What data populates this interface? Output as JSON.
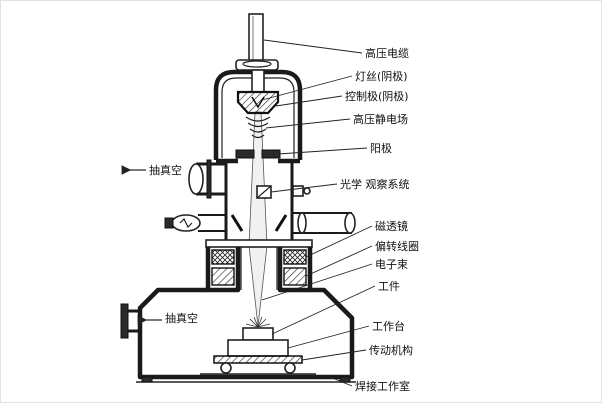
{
  "diagram": {
    "labels": {
      "high_voltage_cable": "高压电缆",
      "filament": "灯丝(阴极)",
      "control_electrode": "控制极(阴极)",
      "electrostatic_field": "高压静电场",
      "anode": "阳极",
      "optical_system": "光学 观察系统",
      "magnetic_lens": "磁透镜",
      "deflection_coil": "偏转线圈",
      "electron_beam": "电子束",
      "workpiece": "工件",
      "worktable": "工作台",
      "drive_mechanism": "传动机构",
      "welding_chamber": "焊接工作室"
    },
    "vacuum_upper": "抽真空",
    "vacuum_lower": "抽真空"
  }
}
